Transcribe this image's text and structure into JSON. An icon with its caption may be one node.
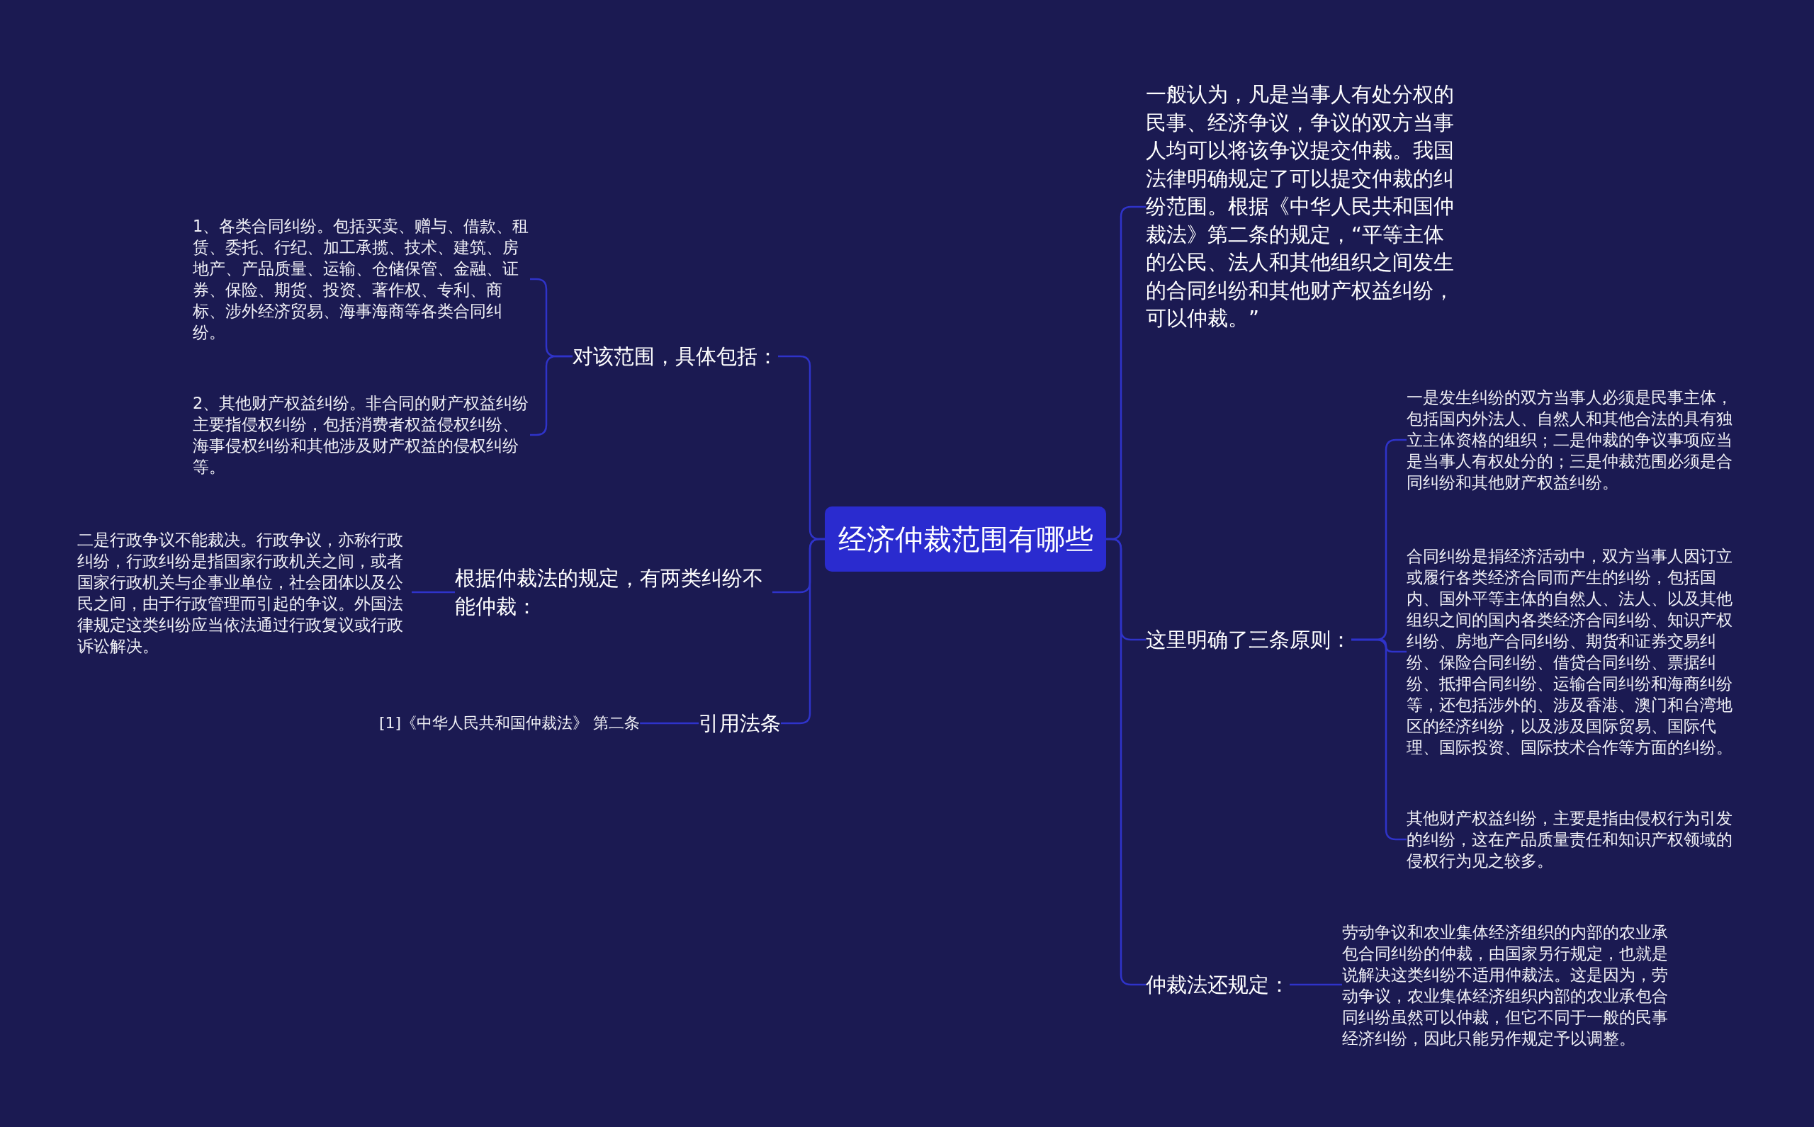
{
  "diagram": {
    "nodes": [
      {
        "text": [
          "经济仲裁范围有哪些"
        ]
      },
      {
        "text": [
          "对该范围，具体包括："
        ]
      },
      {
        "text": [
          "1、各类合同纠纷。包括买卖、赠与、借款、租赁、委托、行纪、加工承揽、技术、建筑、房地产、产品质量、运输、仓储保管、金融、证券、保险、期货、投资、著作权、专利、商标、涉外经济贸易、海事海商等各类合同纠纷。"
        ]
      },
      {
        "text": [
          "2、其他财产权益纠纷。非合同的财产权益纠纷主要指侵权纠纷，包括消费者权益侵权纠纷、海事侵权纠纷和其他涉及财产权益的侵权纠纷等。"
        ]
      },
      {
        "text": [
          "根据仲裁法的规定，有两类纠纷不能仲裁："
        ]
      },
      {
        "text": [
          "二是行政争议不能裁决。行政争议，亦称行政纠纷，行政纠纷是指国家行政机关之间，或者国家行政机关与企事业单位，社会团体以及公民之间，由于行政管理而引起的争议。外国法律规定这类纠纷应当依法通过行政复议或行政诉讼解决。"
        ]
      },
      {
        "text": [
          "引用法条"
        ]
      },
      {
        "text": [
          "[1]《中华人民共和国仲裁法》 第二条"
        ]
      },
      {
        "text": [
          "一般认为，凡是当事人有处分权的民事、经济争议，争议的双方当事人均可以将该争议提交仲裁。我国法律明确规定了可以提交仲裁的纠纷范围。根据《中华人民共和国仲裁法》第二条的规定，“平等主体的公民、法人和其他组织之间发生的合同纠纷和其他财产权益纠纷，可以仲裁。”"
        ]
      },
      {
        "text": [
          "这里明确了三条原则："
        ]
      },
      {
        "text": [
          "一是发生纠纷的双方当事人必须是民事主体，包括国内外法人、自然人和其他合法的具有独立主体资格的组织；二是仲裁的争议事项应当是当事人有权处分的；三是仲裁范围必须是合同纠纷和其他财产权益纠纷。"
        ]
      },
      {
        "text": [
          "合同纠纷是捐经济活动中，双方当事人因订立或履行各类经济合同而产生的纠纷，包括国内、国外平等主体的自然人、法人、以及其他组织之间的国内各类经济合同纠纷、知识产权纠纷、房地产合同纠纷、期货和证券交易纠纷、保险合同纠纷、借贷合同纠纷、票据纠纷、抵押合同纠纷、运输合同纠纷和海商纠纷等，还包括涉外的、涉及香港、澳门和台湾地区的经济纠纷，以及涉及国际贸易、国际代理、国际投资、国际技术合作等方面的纠纷。"
        ]
      },
      {
        "text": [
          "其他财产权益纠纷，主要是指由侵权行为引发的纠纷，这在产品质量责任和知识产权领域的侵权行为见之较多。"
        ]
      },
      {
        "text": [
          "仲裁法还规定："
        ]
      },
      {
        "text": [
          "劳动争议和农业集体经济组织的内部的农业承包合同纠纷的仲裁，由国家另行规定，也就是说解决这类纠纷不适用仲裁法。这是因为，劳动争议，农业集体经济组织内部的农业承包合同纠纷虽然可以仲裁，但它不同于一般的民事经济纠纷，因此只能另作规定予以调整。"
        ]
      }
    ],
    "edges": [
      {
        "from": 0,
        "to": 1,
        "arrow": "none"
      },
      {
        "from": 1,
        "to": 2,
        "arrow": "none"
      },
      {
        "from": 1,
        "to": 3,
        "arrow": "none"
      },
      {
        "from": 0,
        "to": 4,
        "arrow": "none"
      },
      {
        "from": 4,
        "to": 5,
        "arrow": "none"
      },
      {
        "from": 0,
        "to": 6,
        "arrow": "none"
      },
      {
        "from": 6,
        "to": 7,
        "arrow": "none"
      },
      {
        "from": 0,
        "to": 8,
        "arrow": "none"
      },
      {
        "from": 0,
        "to": 9,
        "arrow": "none"
      },
      {
        "from": 9,
        "to": 10,
        "arrow": "none"
      },
      {
        "from": 9,
        "to": 11,
        "arrow": "none"
      },
      {
        "from": 9,
        "to": 12,
        "arrow": "none"
      },
      {
        "from": 0,
        "to": 13,
        "arrow": "none"
      },
      {
        "from": 13,
        "to": 14,
        "arrow": "none"
      }
    ]
  }
}
